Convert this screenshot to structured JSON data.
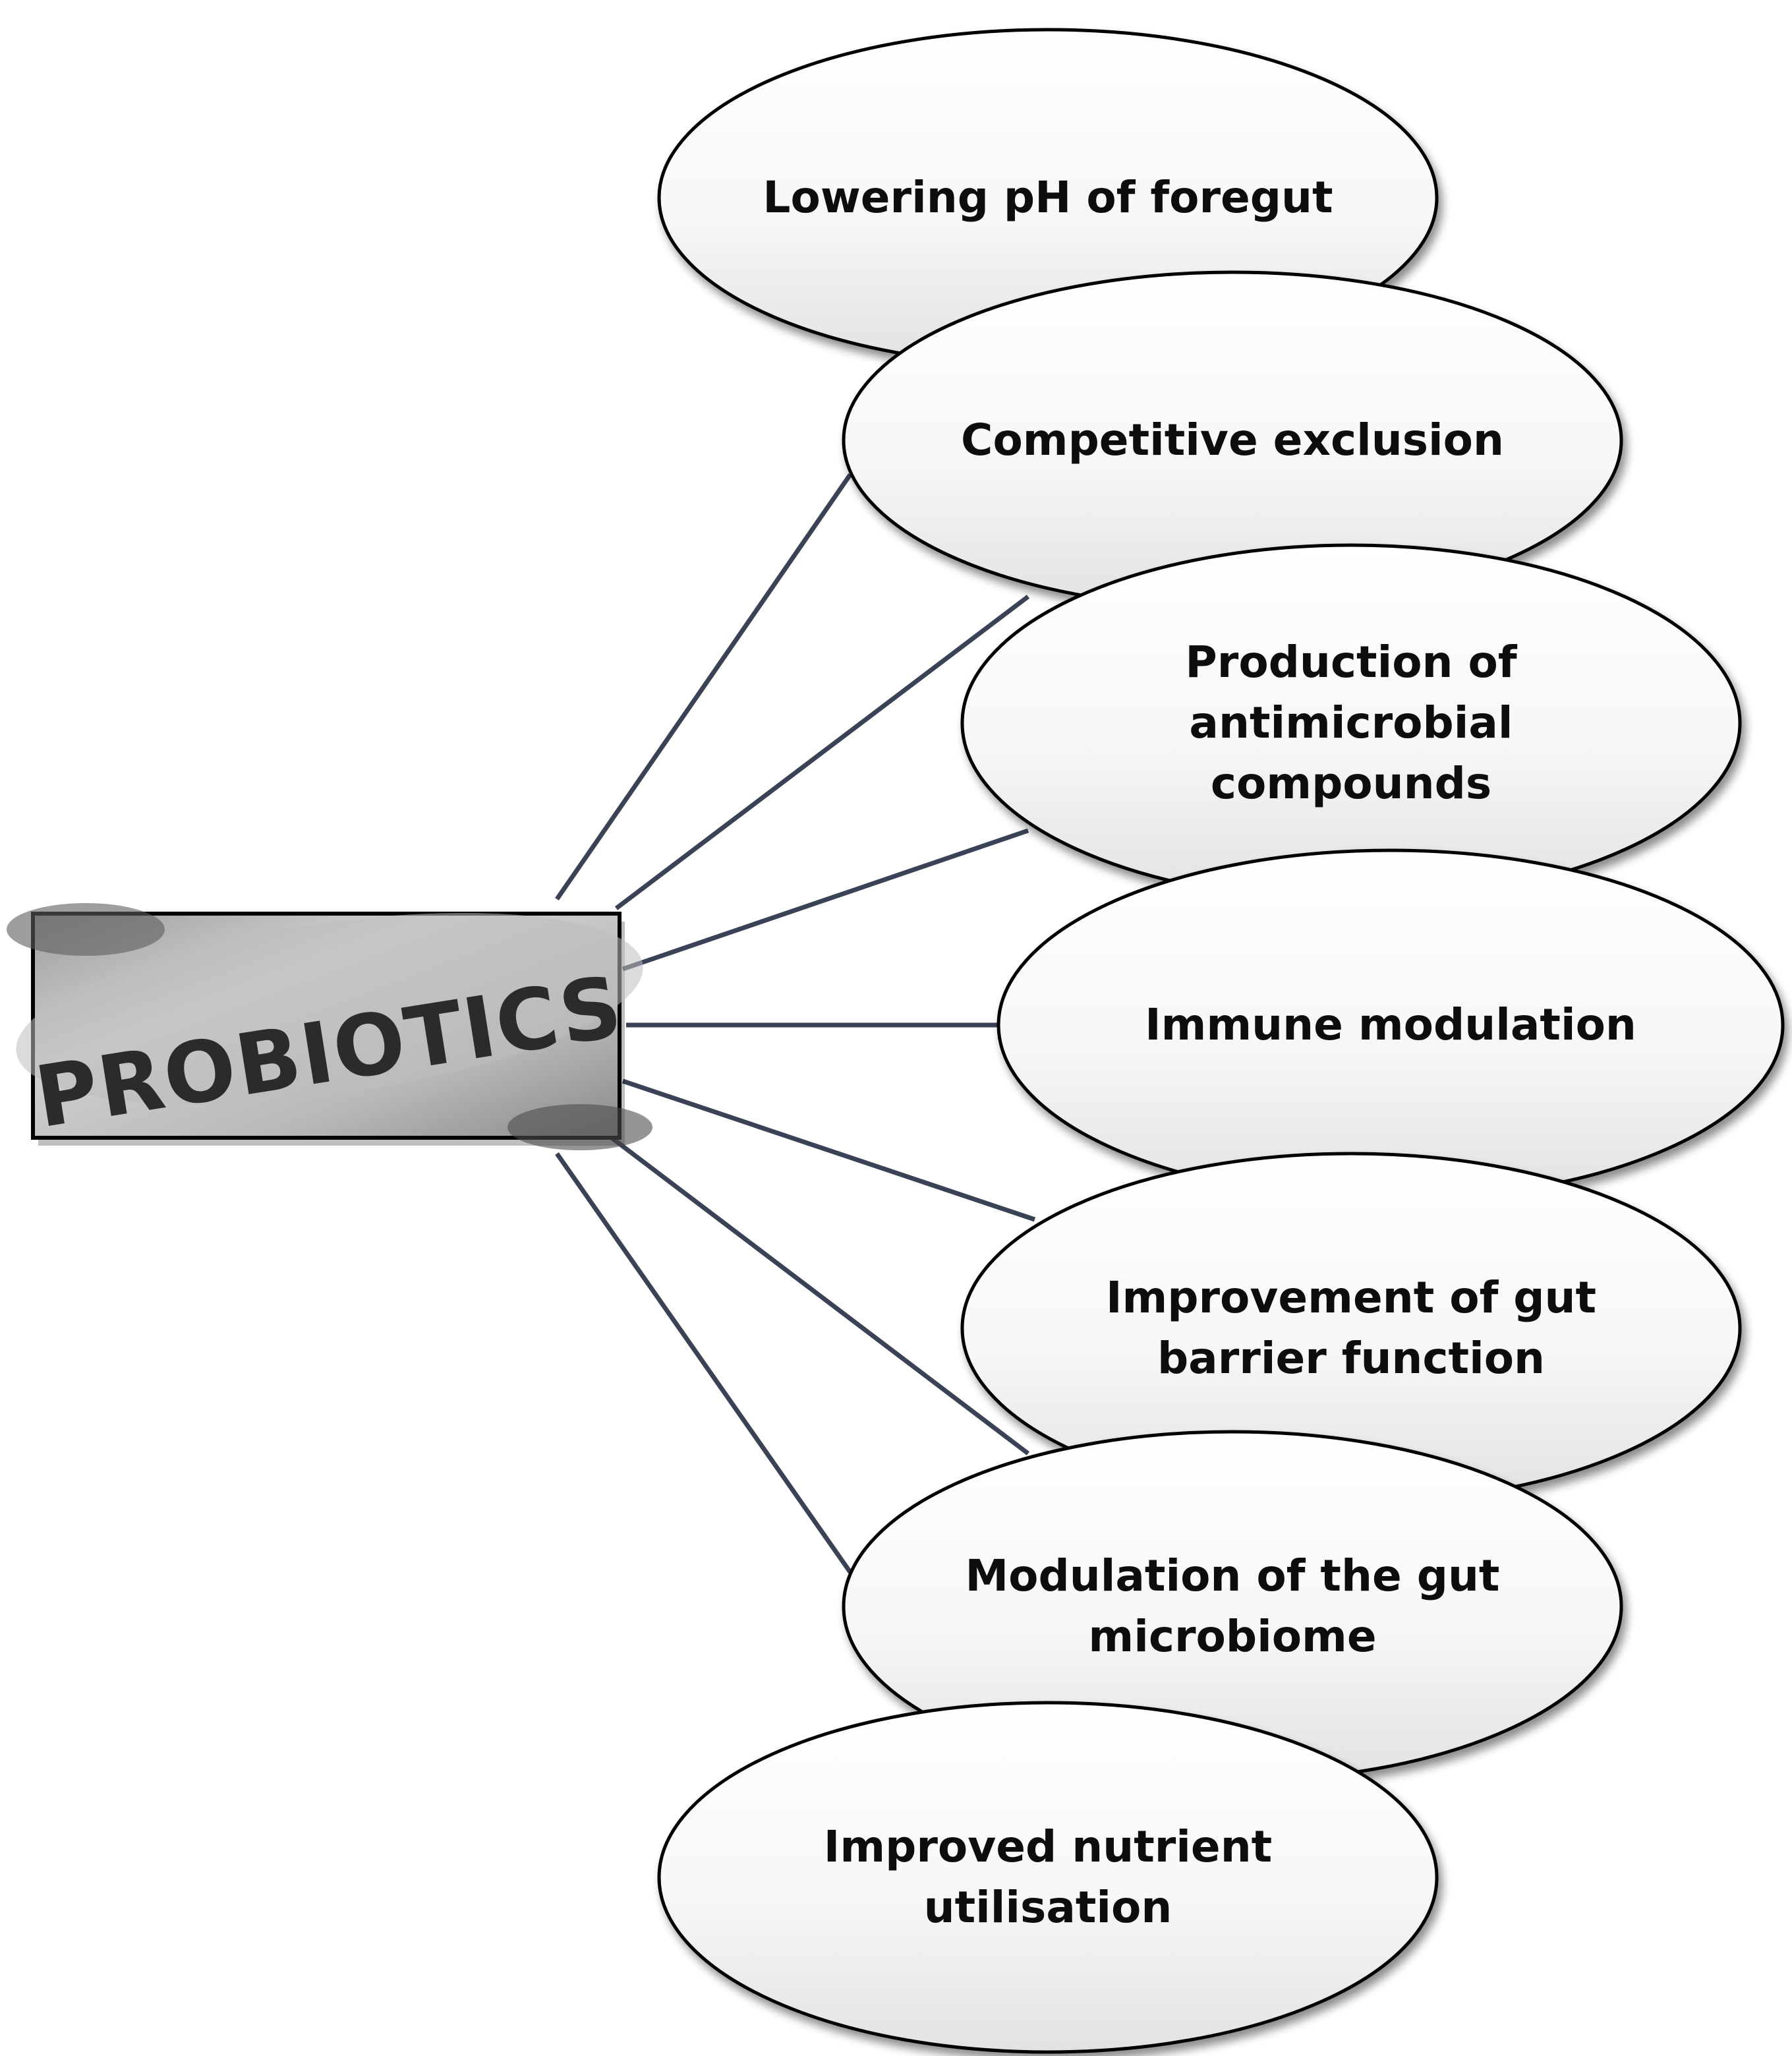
{
  "hub": {
    "label": "PROBIOTICS"
  },
  "nodes": [
    {
      "lines": [
        "Lowering pH of foregut"
      ]
    },
    {
      "lines": [
        "Competitive exclusion"
      ]
    },
    {
      "lines": [
        "Production of",
        "antimicrobial",
        "compounds"
      ]
    },
    {
      "lines": [
        "Immune modulation"
      ]
    },
    {
      "lines": [
        "Improvement of gut",
        "barrier function"
      ]
    },
    {
      "lines": [
        "Modulation of the gut",
        "microbiome"
      ]
    },
    {
      "lines": [
        "Improved nutrient",
        "utilisation"
      ]
    }
  ],
  "colors": {
    "connector": "#3a4256",
    "ellipse_fill_top": "#ffffff",
    "ellipse_fill_bottom": "#e4e4e4",
    "ellipse_stroke": "#000000",
    "hub_border": "#000000"
  }
}
